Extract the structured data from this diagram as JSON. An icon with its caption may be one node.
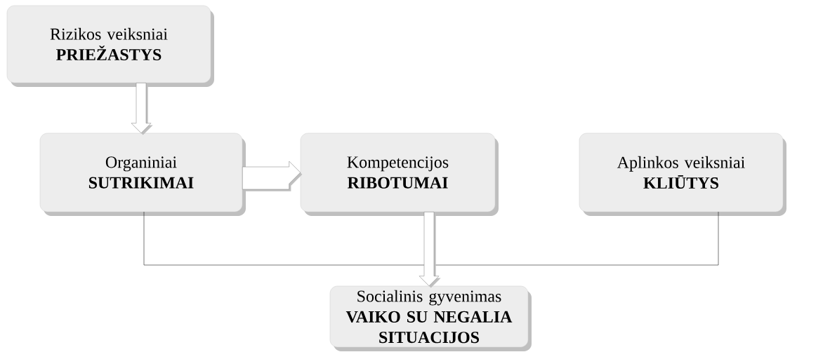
{
  "diagram": {
    "nodes": [
      {
        "text": [
          "Rizikos veiksniai",
          "PRIEŽASTYS"
        ]
      },
      {
        "text": [
          "Organiniai",
          "SUTRIKIMAI"
        ]
      },
      {
        "text": [
          "Kompetencijos",
          "RIBOTUMAI"
        ]
      },
      {
        "text": [
          "Aplinkos veiksniai",
          "KLIŪTYS"
        ]
      },
      {
        "text": [
          "Socialinis gyvenimas **VAIKO SU NEGALIA SITUACIJOS**"
        ]
      }
    ],
    "edges": [
      {
        "from": 0,
        "to": 1,
        "arrow": "to"
      },
      {
        "from": 1,
        "to": 2,
        "arrow": "to"
      },
      {
        "from": 2,
        "to": 4,
        "arrow": "to"
      }
    ]
  }
}
